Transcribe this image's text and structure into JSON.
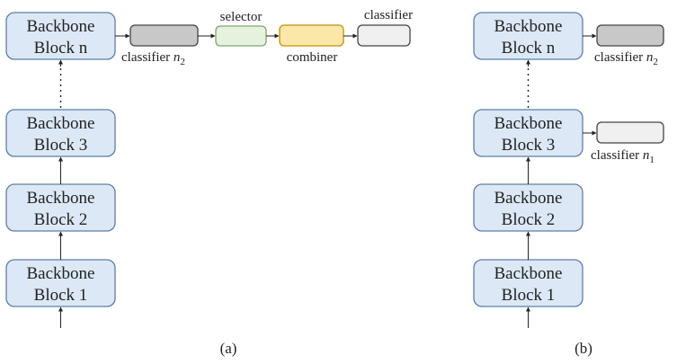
{
  "colors": {
    "block_fill": "#dce8f6",
    "block_stroke": "#5d7ea8",
    "classifier_dark": "#c8c8c8",
    "classifier_light": "#f0f0f0",
    "selector_fill": "#e6f2dd",
    "combiner_fill": "#fbe7a8"
  },
  "panel_a": {
    "blocks": [
      {
        "line1": "Backbone",
        "line2": "Block n"
      },
      {
        "line1": "Backbone",
        "line2": "Block 3"
      },
      {
        "line1": "Backbone",
        "line2": "Block 2"
      },
      {
        "line1": "Backbone",
        "line2": "Block 1"
      }
    ],
    "classifier_n2": {
      "label": "classifier ",
      "sym": "n",
      "sub": "2"
    },
    "selector_label": "selector",
    "combiner_label": "combiner",
    "final_classifier_label": "classifier",
    "caption": "(a)"
  },
  "panel_b": {
    "blocks": [
      {
        "line1": "Backbone",
        "line2": "Block n"
      },
      {
        "line1": "Backbone",
        "line2": "Block 3"
      },
      {
        "line1": "Backbone",
        "line2": "Block 2"
      },
      {
        "line1": "Backbone",
        "line2": "Block 1"
      }
    ],
    "classifier_n2": {
      "label": "classifier ",
      "sym": "n",
      "sub": "2"
    },
    "classifier_n1": {
      "label": "classifier ",
      "sym": "n",
      "sub": "1"
    },
    "caption": "(b)"
  }
}
